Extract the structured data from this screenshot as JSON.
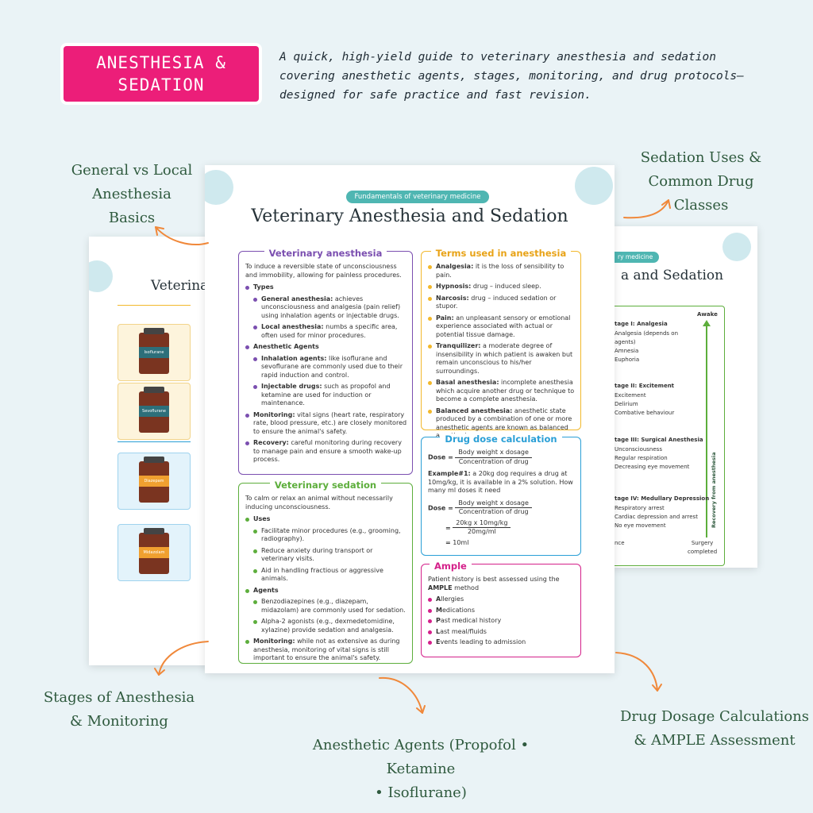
{
  "header": {
    "badge_line1": "ANESTHESIA &",
    "badge_line2": "SEDATION",
    "intro_line1": "A quick, high-yield guide to veterinary anesthesia and sedation",
    "intro_line2": "covering anesthetic agents, stages, monitoring, and drug protocols—",
    "intro_line3": "designed for safe practice and fast revision."
  },
  "callouts": {
    "general_line1": "General vs Local",
    "general_line2": "Anesthesia Basics",
    "sedation_line1": "Sedation Uses &",
    "sedation_line2": "Common Drug Classes",
    "stages_line1": "Stages of Anesthesia",
    "stages_line2": "& Monitoring",
    "agents_line1": "Anesthetic Agents (Propofol • Ketamine",
    "agents_line2": "• Isoflurane)",
    "dosage_line1": "Drug Dosage Calculations",
    "dosage_line2": "& AMPLE Assessment"
  },
  "left_sheet": {
    "title": "Veterina",
    "drugs": [
      "Isoflurane",
      "Sevoflurane",
      "Diazepam",
      "Midazolam"
    ]
  },
  "right_sheet": {
    "pill": "ry medicine",
    "title": "a and Sedation",
    "awake": "Awake",
    "axis": "Recovery from anesthesia",
    "stage1": "tage I: Analgesia",
    "stage1_items": [
      "Analgesia (depends on agents)",
      "Amnesia",
      "Euphoria"
    ],
    "stage2": "tage II: Excitement",
    "stage2_items": [
      "Excitement",
      "Delirium",
      "Combative behaviour"
    ],
    "stage3": "tage III: Surgical Anesthesia",
    "stage3_items": [
      "Unconsciousness",
      "Regular respiration",
      "Decreasing eye movement"
    ],
    "stage4": "tage IV: Medullary Depression",
    "stage4_items": [
      "Respiratory arrest",
      "Cardiac depression and arrest",
      "No eye movement"
    ],
    "bottom_left": "nce",
    "bottom_right1": "Surgery",
    "bottom_right2": "completed"
  },
  "main_sheet": {
    "pill": "Fundamentals of veterinary medicine",
    "title": "Veterinary Anesthesia and Sedation",
    "anesthesia": {
      "heading": "Veterinary anesthesia",
      "intro": "To induce a reversible state of unconsciousness and immobility, allowing for painless procedures.",
      "types": "Types",
      "general_b": "General anesthesia:",
      "general_t": " achieves unconsciousness and analgesia (pain relief) using inhalation agents or injectable drugs.",
      "local_b": "Local anesthesia:",
      "local_t": " numbs a specific area, often used for minor procedures.",
      "agents": "Anesthetic Agents",
      "inhal_b": "Inhalation agents:",
      "inhal_t": " like isoflurane and sevoflurane are commonly used due to their rapid induction and control.",
      "inj_b": "Injectable drugs:",
      "inj_t": " such as propofol and ketamine are used for induction or maintenance.",
      "mon_b": "Monitoring:",
      "mon_t": " vital signs (heart rate, respiratory rate, blood pressure, etc.) are closely monitored to ensure the animal's safety.",
      "rec_b": "Recovery:",
      "rec_t": " careful monitoring during recovery to manage pain and ensure a smooth wake-up process."
    },
    "sedation": {
      "heading": "Veterinary sedation",
      "intro": "To calm or relax an animal without necessarily inducing unconsciousness.",
      "uses": "Uses",
      "use1": "Facilitate minor procedures (e.g., grooming, radiography).",
      "use2": "Reduce anxiety during transport or veterinary visits.",
      "use3": "Aid in handling fractious or aggressive animals.",
      "agents": "Agents",
      "agent1": "Benzodiazepines (e.g., diazepam, midazolam) are commonly used for sedation.",
      "agent2": "Alpha-2 agonists (e.g., dexmedetomidine, xylazine) provide sedation and analgesia.",
      "mon_b": "Monitoring:",
      "mon_t": " while not as extensive as during anesthesia, monitoring of vital signs is still important to ensure the animal's safety."
    },
    "terms": {
      "heading": "Terms used in anesthesia",
      "items": [
        {
          "b": "Analgesia:",
          "t": " it is the loss of sensibility to pain."
        },
        {
          "b": "Hypnosis:",
          "t": " drug – induced sleep."
        },
        {
          "b": "Narcosis:",
          "t": " drug – induced sedation or stupor."
        },
        {
          "b": "Pain:",
          "t": " an unpleasant sensory or emotional experience associated with actual or potential tissue damage."
        },
        {
          "b": "Tranquilizer:",
          "t": " a moderate degree of insensibility in which patient is awaken but remain unconscious to his/her surroundings."
        },
        {
          "b": "Basal anesthesia:",
          "t": " incomplete anesthesia which acquire another drug or technique to become a complete anesthesia."
        },
        {
          "b": "Balanced anesthesia:",
          "t": " anesthetic state produced by a combination of one or more anesthetic agents are known as balanced anesthesia."
        }
      ]
    },
    "dose": {
      "heading": "Drug dose calculation",
      "label": "Dose =",
      "num": "Body weight x dosage",
      "den": "Concentration of drug",
      "example_b": "Example#1:",
      "example_t": " a 20kg dog requires a drug at 10mg/kg, it is available in a 2% solution. How many ml doses it need",
      "num2": "20kg x 10mg/kg",
      "den2": "20mg/ml",
      "eq": "=",
      "result": "10ml"
    },
    "ample": {
      "heading": "Ample",
      "intro_a": "Patient history is best assessed using the ",
      "intro_b": "AMPLE",
      "intro_c": " method",
      "items": [
        {
          "l": "A",
          "r": "llergies"
        },
        {
          "l": "M",
          "r": "edications"
        },
        {
          "l": "P",
          "r": "ast medical history"
        },
        {
          "l": "L",
          "r": "ast meal/fluids"
        },
        {
          "l": "E",
          "r": "vents leading to admission"
        }
      ]
    }
  },
  "colors": {
    "badge": "#ec1e79",
    "purple": "#7b4fb0",
    "green": "#5dae3c",
    "yellow": "#f2b82c",
    "blue": "#2a9fd6",
    "magenta": "#d4208a",
    "arrow": "#f0883a"
  }
}
